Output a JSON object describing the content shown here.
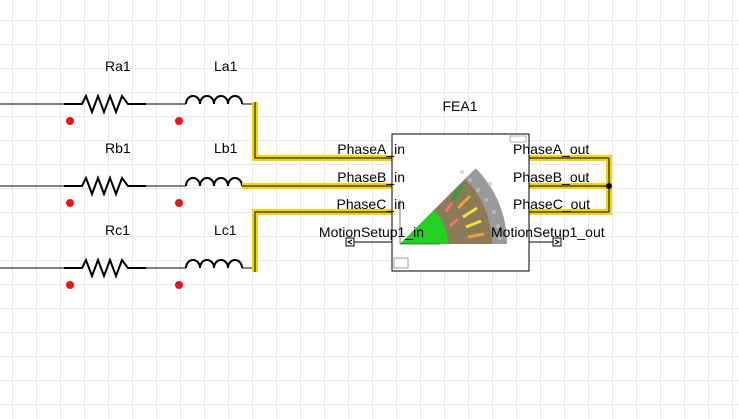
{
  "components": {
    "resistors": [
      {
        "label": "Ra1"
      },
      {
        "label": "Rb1"
      },
      {
        "label": "Rc1"
      }
    ],
    "inductors": [
      {
        "label": "La1"
      },
      {
        "label": "Lb1"
      },
      {
        "label": "Lc1"
      }
    ]
  },
  "fea_block": {
    "name": "FEA1",
    "inputs": [
      "PhaseA_in",
      "PhaseB_in",
      "PhaseC_in",
      "MotionSetup1_in"
    ],
    "outputs": [
      "PhaseA_out",
      "PhaseB_out",
      "PhaseC_out",
      "MotionSetup1_out"
    ]
  },
  "colors": {
    "wire": "#000000",
    "highlight": "#f2d40a",
    "pin_dot": "#e8141b",
    "grid": "#e9e9e9",
    "fea_green": "#22d122",
    "fea_core": "#8f8f8f"
  }
}
